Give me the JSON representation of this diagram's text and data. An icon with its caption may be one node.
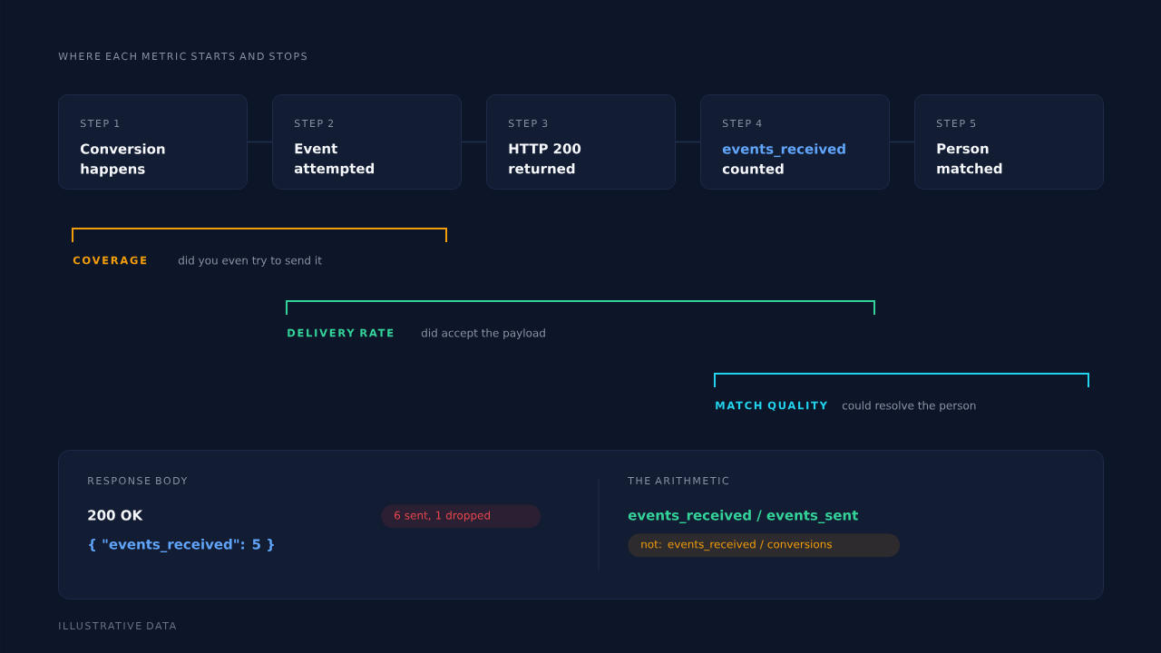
{
  "diagram": {
    "title": "WHERE EACH METRIC STARTS AND STOPS",
    "caption": "ILLUSTRATIVE DATA",
    "nodes": [
      {
        "text": [
          "STEP 1",
          "Conversion happens"
        ]
      },
      {
        "text": [
          "STEP 2",
          "Event attempted"
        ]
      },
      {
        "text": [
          "STEP 3",
          "HTTP 200 returned"
        ]
      },
      {
        "text": [
          "STEP 4",
          "events_received",
          "counted"
        ]
      },
      {
        "text": [
          "STEP 5",
          "Person matched"
        ]
      },
      {
        "text": [
          "RESPONSE BODY",
          "200 OK",
          "{ \"events_received\": 5 }",
          "THE ARITHMETIC",
          "events_received / events_sent"
        ]
      },
      {
        "text": [
          "6 sent, 1 dropped"
        ],
        "in": 5
      },
      {
        "text": [
          "not: events_received / conversions"
        ],
        "in": 5
      }
    ],
    "edges": [
      {
        "from": 0,
        "to": 1,
        "arrow": "none"
      },
      {
        "from": 1,
        "to": 2,
        "arrow": "none"
      },
      {
        "from": 2,
        "to": 3,
        "arrow": "none"
      },
      {
        "from": 3,
        "to": 4,
        "arrow": "none"
      }
    ],
    "labels": [
      "COVERAGE",
      "did you even try to send it",
      "DELIVERY RATE",
      "did accept the payload",
      "MATCH QUALITY",
      "could resolve the person"
    ]
  }
}
